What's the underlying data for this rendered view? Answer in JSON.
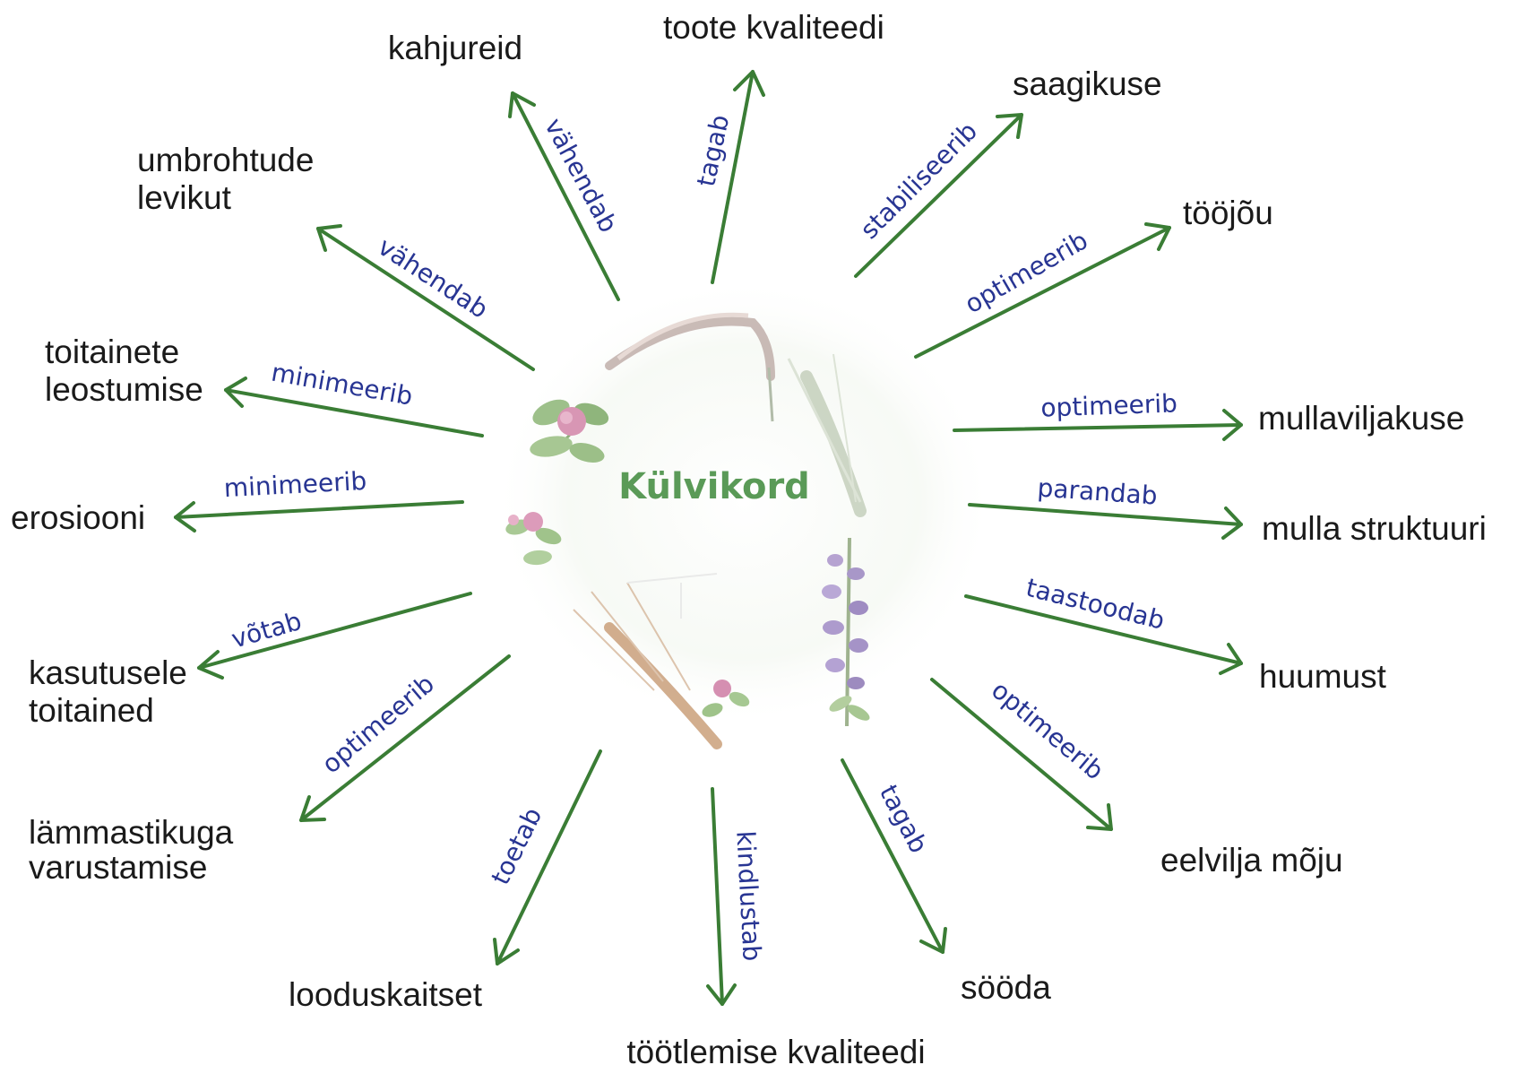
{
  "colors": {
    "arrow": "#3a7d35",
    "verb": "#283593",
    "center": "#5a9a57",
    "target": "#1a1a1a"
  },
  "center": {
    "label": "Külvikord",
    "illustration": "crop plants: wheat ears, clover flowers, lupine"
  },
  "relations": [
    {
      "verb": "tagab",
      "target": [
        "toote kvaliteedi"
      ]
    },
    {
      "verb": "stabiliseerib",
      "target": [
        "saagikuse"
      ]
    },
    {
      "verb": "optimeerib",
      "target": [
        "tööjõu"
      ]
    },
    {
      "verb": "optimeerib",
      "target": [
        "mullaviljakuse"
      ]
    },
    {
      "verb": "parandab",
      "target": [
        "mulla struktuuri"
      ]
    },
    {
      "verb": "taastoodab",
      "target": [
        "huumust"
      ]
    },
    {
      "verb": "optimeerib",
      "target": [
        "eelvilja mõju"
      ]
    },
    {
      "verb": "tagab",
      "target": [
        "sööda"
      ]
    },
    {
      "verb": "kindlustab",
      "target": [
        "töötlemise kvaliteedi"
      ]
    },
    {
      "verb": "toetab",
      "target": [
        "looduskaitset"
      ]
    },
    {
      "verb": "optimeerib",
      "target": [
        "lämmastikuga",
        "varustamise"
      ]
    },
    {
      "verb": "võtab",
      "target": [
        "kasutusele",
        "toitained"
      ]
    },
    {
      "verb": "minimeerib",
      "target": [
        "erosiooni"
      ]
    },
    {
      "verb": "minimeerib",
      "target": [
        "toitainete",
        "leostumise"
      ]
    },
    {
      "verb": "vähendab",
      "target": [
        "umbrohtude",
        "levikut"
      ]
    },
    {
      "verb": "vähendab",
      "target": [
        "kahjureid"
      ]
    }
  ]
}
